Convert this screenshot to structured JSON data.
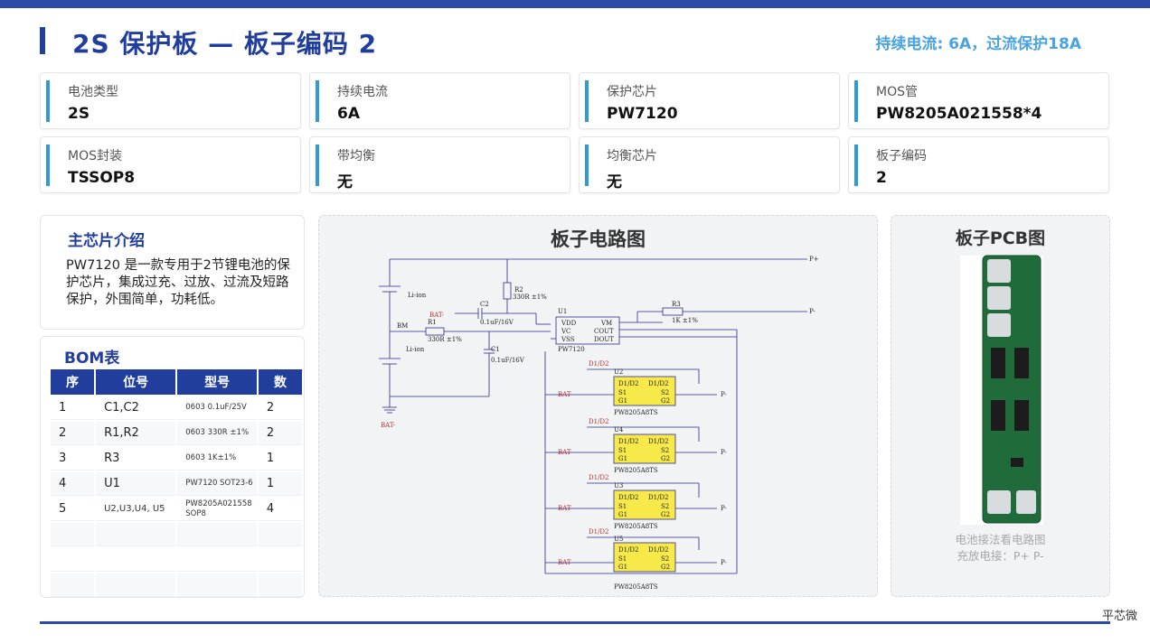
{
  "header": {
    "title": "2S 保护板 — 板子编码 2",
    "subtitle": "持续电流: 6A，过流保护18A"
  },
  "specs": [
    {
      "label": "电池类型",
      "value": "2S"
    },
    {
      "label": "持续电流",
      "value": "6A"
    },
    {
      "label": "保护芯片",
      "value": "PW7120"
    },
    {
      "label": "MOS管",
      "value": "PW8205A021558*4"
    },
    {
      "label": "MOS封装",
      "value": "TSSOP8"
    },
    {
      "label": "带均衡",
      "value": "无"
    },
    {
      "label": "均衡芯片",
      "value": "无"
    },
    {
      "label": "板子编码",
      "value": "2"
    }
  ],
  "intro": {
    "heading": "主芯片介绍",
    "text": "PW7120 是一款专用于2节锂电池的保护芯片，集成过充、过放、过流及短路保护，外围简单，功耗低。"
  },
  "bom": {
    "heading": "BOM表",
    "headers": [
      "序",
      "位号",
      "型号",
      "数"
    ],
    "rows": [
      [
        "1",
        "C1,C2",
        "0603 0.1uF/25V",
        "2"
      ],
      [
        "2",
        "R1,R2",
        "0603 330R ±1%",
        "2"
      ],
      [
        "3",
        "R3",
        "0603 1K±1%",
        "1"
      ],
      [
        "4",
        "U1",
        "PW7120 SOT23-6",
        "1"
      ],
      [
        "5",
        "U2,U3,U4, U5",
        "PW8205A021558 SOP8",
        "4"
      ]
    ]
  },
  "circuit": {
    "heading": "板子电路图",
    "labels": {
      "p_plus": "P+",
      "p_minus": "P-",
      "bat_minus": "BAT-",
      "bm": "BM",
      "li_ion": "Li-ion",
      "r2": "R2",
      "r2_val": "330R ±1%",
      "r1": "R1",
      "r1_val": "330R ±1%",
      "r3": "R3",
      "r3_val": "1K ±1%",
      "c2": "C2",
      "c2_val": "0.1uF/16V",
      "c1": "C1",
      "c1_val": "0.1uF/16V",
      "u1": "U1",
      "u1_name": "PW7120",
      "u1_vdd": "VDD",
      "u1_vc": "VC",
      "u1_vss": "VSS",
      "u1_vm": "VM",
      "u1_cout": "COUT",
      "u1_dout": "DOUT",
      "mos_part": "PW8205A8TS",
      "d1d2": "D1/D2",
      "pin_s1": "S1",
      "pin_g1": "G1",
      "pin_s2": "S2",
      "pin_g2": "G2"
    },
    "mosfets": [
      "U2",
      "U4",
      "U3",
      "U5"
    ]
  },
  "pcb": {
    "heading": "板子PCB图",
    "note_line1": "电池接法看电路图",
    "note_line2": "充放电接：P+ P-"
  },
  "footer": {
    "brand": "平芯微"
  },
  "colors": {
    "primary": "#213e9d",
    "accent": "#2e9ad6",
    "subtitle": "#4aa3df"
  }
}
